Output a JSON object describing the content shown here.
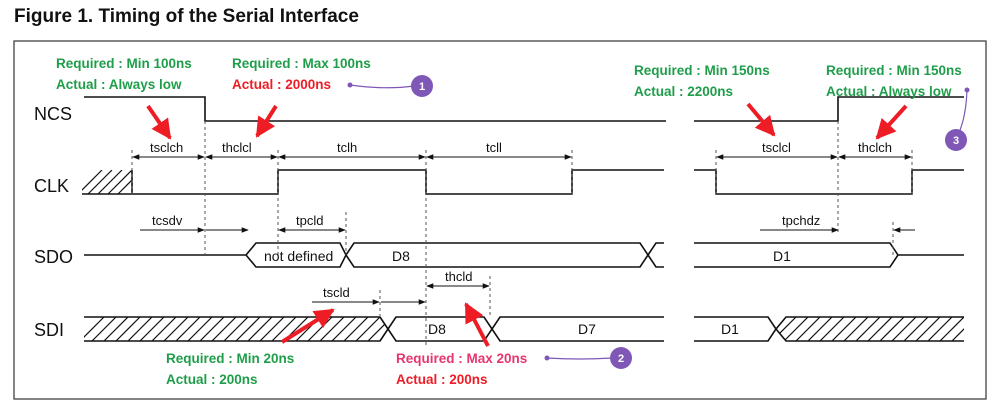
{
  "title": "Figure 1. Timing of the Serial Interface",
  "signals": {
    "ncs": "NCS",
    "clk": "CLK",
    "sdo": "SDO",
    "sdi": "SDI"
  },
  "timing_labels": {
    "tsclch": "tsclch",
    "thclcl": "thclcl",
    "tclh": "tclh",
    "tcll": "tcll",
    "tsclcl": "tsclcl",
    "thclch": "thclch",
    "tcsdv": "tcsdv",
    "tpcld": "tpcld",
    "tpchdz": "tpchdz",
    "tscld": "tscld",
    "thcld": "thcld"
  },
  "bus_labels": {
    "not_defined": "not defined",
    "sdo_d8": "D8",
    "sdo_d1": "D1",
    "sdi_d8": "D8",
    "sdi_d7": "D7",
    "sdi_d1": "D1"
  },
  "annotations": {
    "a1": {
      "required": "Required : Min 100ns",
      "actual": "Actual : Always low"
    },
    "a2": {
      "required": "Required : Max 100ns",
      "actual": "Actual : 2000ns"
    },
    "a3": {
      "required": "Required : Min 150ns",
      "actual": "Actual : 2200ns"
    },
    "a4": {
      "required": "Required : Min 150ns",
      "actual": "Actual : Always low"
    },
    "a5": {
      "required": "Required : Min 20ns",
      "actual": "Actual : 200ns"
    },
    "a6": {
      "required": "Required : Max 20ns",
      "actual": "Actual : 200ns"
    }
  },
  "badges": {
    "b1": "1",
    "b2": "2",
    "b3": "3"
  },
  "colors": {
    "pass": "#1f9e4a",
    "fail": "#ee1c25",
    "fail_required": "#e8356d",
    "badge": "#7e57b7",
    "arrow": "#ee1c25"
  }
}
